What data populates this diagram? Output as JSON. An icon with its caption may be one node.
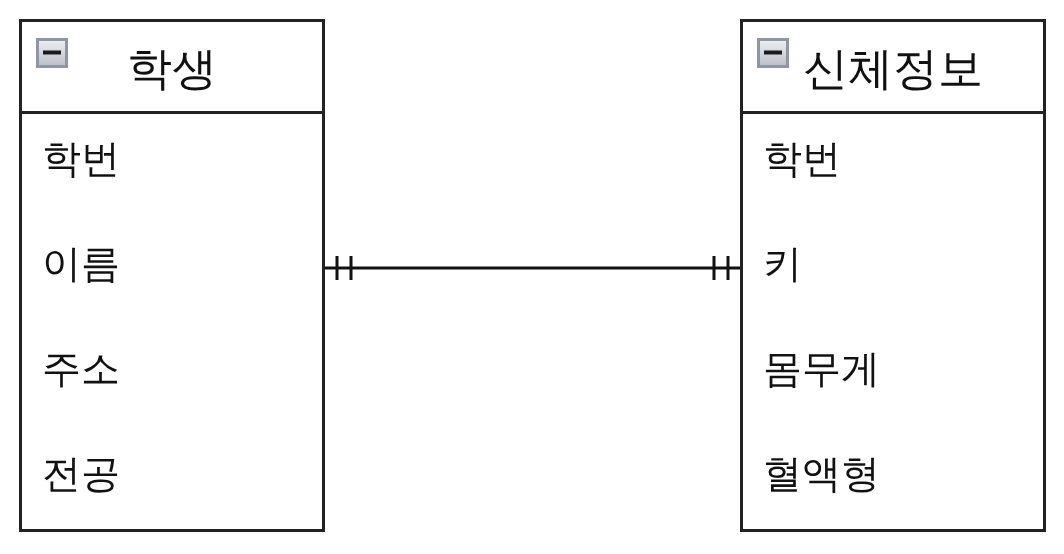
{
  "diagram": {
    "nodes": [
      {
        "text": [
          "학생",
          "학번",
          "이름",
          "주소",
          "전공"
        ]
      },
      {
        "text": [
          "신체정보",
          "학번",
          "키",
          "몸무게",
          "혈액형"
        ]
      }
    ],
    "edges": [
      {
        "from": 0,
        "to": 1,
        "arrow": "other"
      }
    ]
  }
}
